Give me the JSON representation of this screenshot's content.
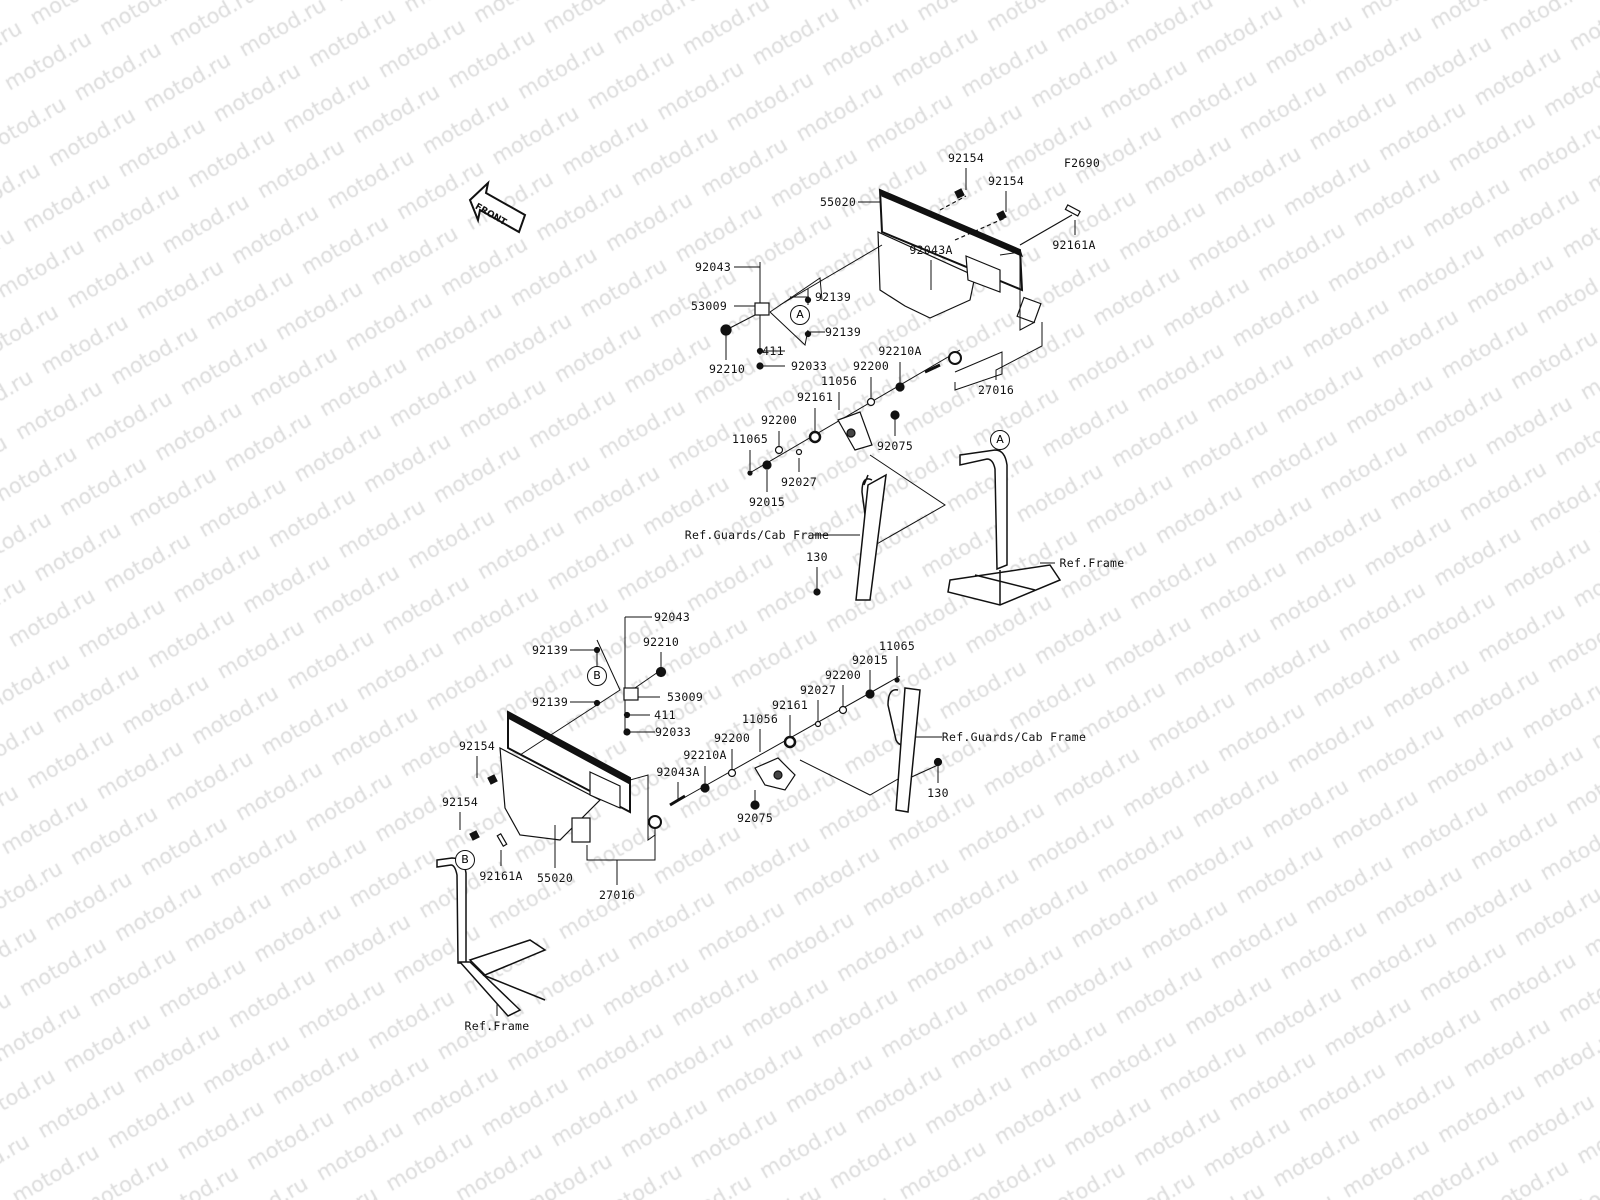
{
  "watermark": "motod.ru",
  "figure_code": "F2690",
  "front_arrow": "FRONT",
  "top_assembly": {
    "labels": [
      "92154",
      "92154",
      "55020",
      "92161A",
      "92043",
      "53009",
      "92139",
      "92139",
      "411",
      "92210",
      "92033",
      "92043A",
      "92210A",
      "92200",
      "11056",
      "27016",
      "92161",
      "92200",
      "11065",
      "92075",
      "92027",
      "92015",
      "Ref.Guards/Cab Frame",
      "130",
      "Ref.Frame"
    ],
    "markers": [
      "A",
      "A"
    ]
  },
  "bottom_assembly": {
    "labels": [
      "92043",
      "92210",
      "92139",
      "53009",
      "92139",
      "411",
      "92033",
      "11065",
      "92015",
      "92200",
      "92027",
      "92161",
      "11056",
      "92200",
      "92210A",
      "92043A",
      "Ref.Guards/Cab Frame",
      "130",
      "92075",
      "92154",
      "92154",
      "92161A",
      "55020",
      "27016",
      "Ref.Frame"
    ],
    "markers": [
      "B",
      "B"
    ]
  }
}
